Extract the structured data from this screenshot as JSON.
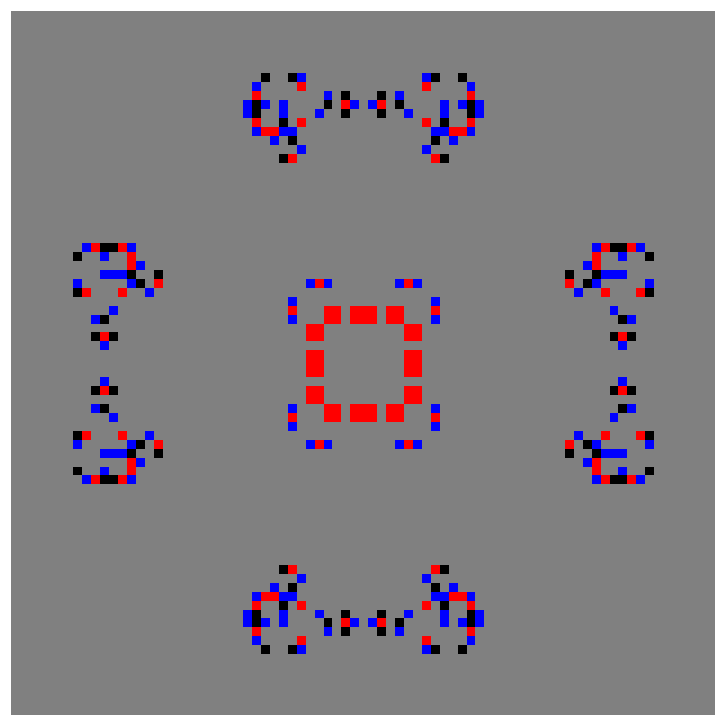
{
  "board": {
    "background": "#808080",
    "colors": {
      "R": "#ff0000",
      "B": "#0000ff",
      "K": "#000000"
    },
    "cells": [
      [
        28,
        7,
        "K"
      ],
      [
        31,
        7,
        "K"
      ],
      [
        32,
        7,
        "B"
      ],
      [
        27,
        8,
        "B"
      ],
      [
        32,
        8,
        "R"
      ],
      [
        27,
        9,
        "R"
      ],
      [
        35,
        9,
        "B"
      ],
      [
        37,
        9,
        "K"
      ],
      [
        26,
        10,
        "B"
      ],
      [
        27,
        10,
        "K"
      ],
      [
        28,
        10,
        "B"
      ],
      [
        30,
        10,
        "B"
      ],
      [
        35,
        10,
        "K"
      ],
      [
        37,
        10,
        "R"
      ],
      [
        38,
        10,
        "B"
      ],
      [
        26,
        11,
        "B"
      ],
      [
        27,
        11,
        "K"
      ],
      [
        30,
        11,
        "B"
      ],
      [
        34,
        11,
        "B"
      ],
      [
        37,
        11,
        "K"
      ],
      [
        27,
        12,
        "R"
      ],
      [
        30,
        12,
        "K"
      ],
      [
        32,
        12,
        "R"
      ],
      [
        27,
        13,
        "B"
      ],
      [
        28,
        13,
        "R"
      ],
      [
        29,
        13,
        "R"
      ],
      [
        30,
        13,
        "B"
      ],
      [
        31,
        13,
        "B"
      ],
      [
        29,
        14,
        "B"
      ],
      [
        31,
        14,
        "K"
      ],
      [
        32,
        15,
        "B"
      ],
      [
        30,
        16,
        "K"
      ],
      [
        31,
        16,
        "R"
      ],
      [
        8,
        26,
        "B"
      ],
      [
        9,
        26,
        "R"
      ],
      [
        10,
        26,
        "K"
      ],
      [
        11,
        26,
        "K"
      ],
      [
        12,
        26,
        "R"
      ],
      [
        13,
        26,
        "B"
      ],
      [
        7,
        27,
        "K"
      ],
      [
        10,
        27,
        "B"
      ],
      [
        13,
        27,
        "R"
      ],
      [
        13,
        28,
        "R"
      ],
      [
        14,
        28,
        "B"
      ],
      [
        10,
        29,
        "B"
      ],
      [
        11,
        29,
        "B"
      ],
      [
        12,
        29,
        "B"
      ],
      [
        13,
        29,
        "K"
      ],
      [
        16,
        29,
        "K"
      ],
      [
        7,
        30,
        "B"
      ],
      [
        13,
        30,
        "B"
      ],
      [
        14,
        30,
        "K"
      ],
      [
        16,
        30,
        "R"
      ],
      [
        7,
        31,
        "K"
      ],
      [
        8,
        31,
        "R"
      ],
      [
        12,
        31,
        "R"
      ],
      [
        15,
        31,
        "B"
      ],
      [
        11,
        33,
        "B"
      ],
      [
        9,
        34,
        "B"
      ],
      [
        10,
        34,
        "K"
      ],
      [
        9,
        36,
        "K"
      ],
      [
        10,
        36,
        "R"
      ],
      [
        11,
        36,
        "K"
      ],
      [
        10,
        37,
        "B"
      ],
      [
        33,
        30,
        "B"
      ],
      [
        34,
        30,
        "R"
      ],
      [
        35,
        30,
        "B"
      ],
      [
        31,
        32,
        "B"
      ],
      [
        31,
        33,
        "R"
      ],
      [
        31,
        34,
        "B"
      ]
    ],
    "big_cells": [
      [
        38,
        33,
        "R"
      ],
      [
        42,
        33,
        "R"
      ],
      [
        33,
        38,
        "R"
      ],
      [
        33,
        42,
        "R"
      ]
    ]
  }
}
